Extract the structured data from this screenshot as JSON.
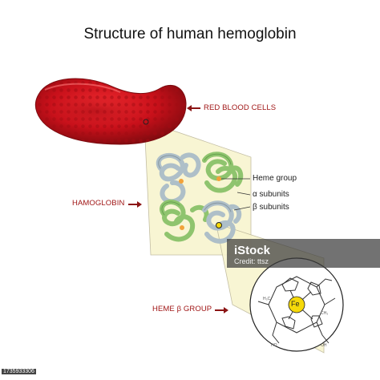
{
  "title": "Structure of human hemoglobin",
  "labels": {
    "red_blood_cells": "RED BLOOD CELLS",
    "hemoglobin": "HAMOGLOBIN",
    "heme_beta_group": "HEME β GROUP",
    "heme_group": "Heme group",
    "alpha_subunits": "α subunits",
    "beta_subunits": "β subunits",
    "iron": "Fe"
  },
  "watermark": {
    "brand": "iStock",
    "credit": "Credit: ttsz",
    "stock_id": "1735933306"
  },
  "colors": {
    "rbc_red": "#c8101a",
    "rbc_dark": "#8c0a10",
    "label_red": "#a01616",
    "alpha_subunit": "#aebfc8",
    "beta_subunit": "#8fc46e",
    "heme": "#f2a23a",
    "iron_yellow": "#f5d90a",
    "zoom_cone": "#f7f4c8"
  },
  "icons": {
    "arrow": "arrow-icon"
  }
}
